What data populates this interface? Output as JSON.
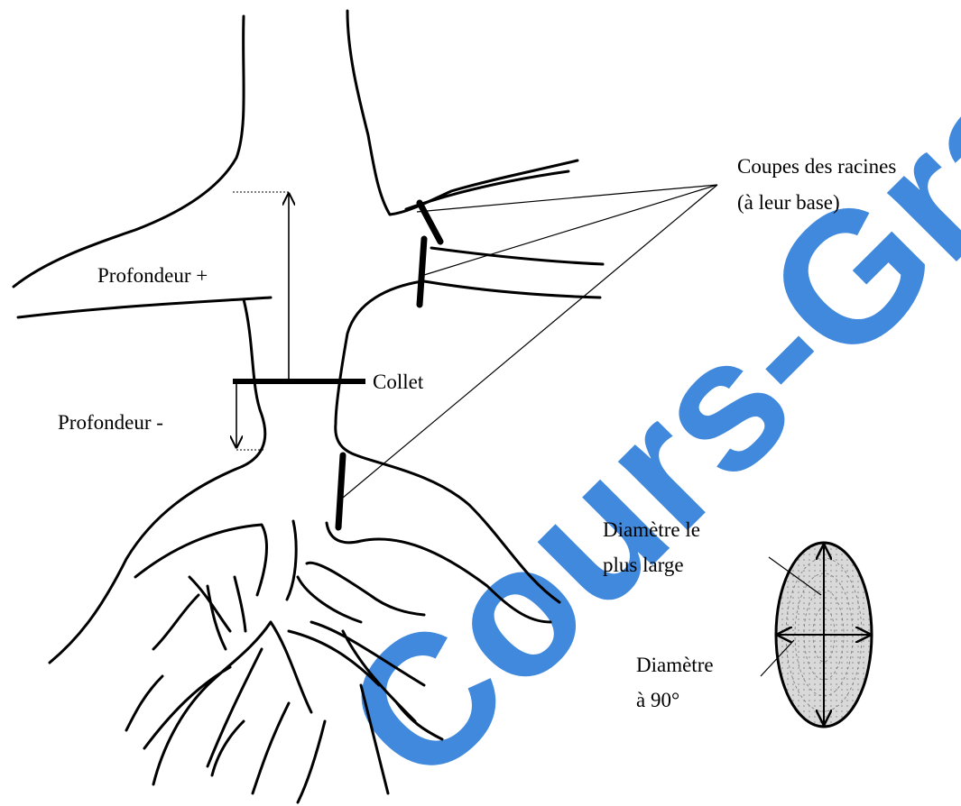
{
  "labels": {
    "coupes_line1": "Coupes des racines",
    "coupes_line2": "(à leur base)",
    "profondeur_plus": "Profondeur +",
    "profondeur_minus": "Profondeur -",
    "collet": "Collet",
    "diam_large_line1": "Diamètre le",
    "diam_large_line2": "plus large",
    "diam_90_line1": "Diamètre",
    "diam_90_line2": "à 90°"
  },
  "watermark": "Cours-Gratuit.com",
  "colors": {
    "ink": "#000000",
    "watermark": "#1f75d6",
    "section_fill": "#d9d9d9"
  }
}
